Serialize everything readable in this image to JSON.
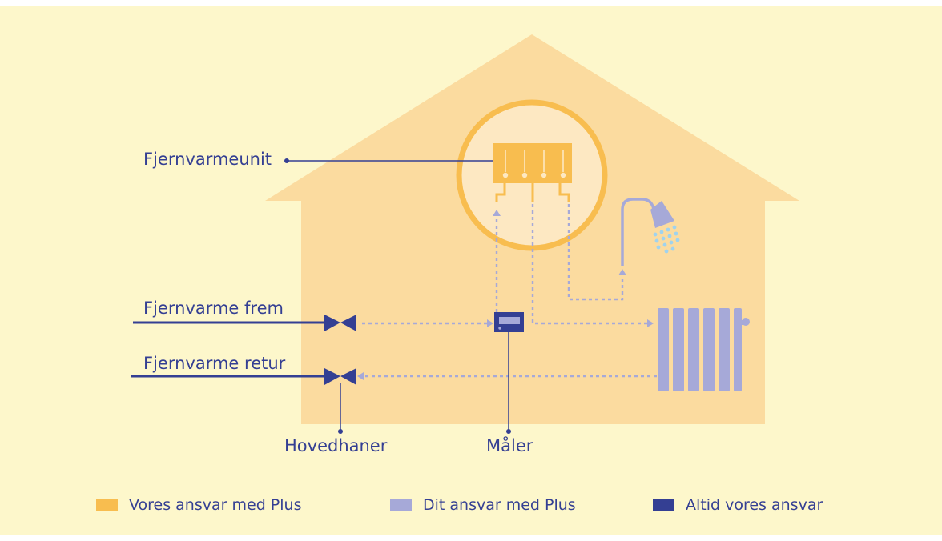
{
  "labels": {
    "unit": "Fjernvarmeunit",
    "supply": "Fjernvarme frem",
    "return": "Fjernvarme retur",
    "valves": "Hovedhaner",
    "meter": "Måler"
  },
  "legend": [
    {
      "label": "Vores ansvar med Plus",
      "color": "#f8bd4f"
    },
    {
      "label": "Dit ansvar med Plus",
      "color": "#a6a9d8"
    },
    {
      "label": "Altid vores ansvar",
      "color": "#343f93"
    }
  ],
  "colors": {
    "background": "#fdf7cb",
    "house": "#fbdb9f",
    "highlight_fill": "#fde8c2",
    "orange": "#f8bd4f",
    "lilac": "#a6a9d8",
    "navy": "#343f93"
  }
}
